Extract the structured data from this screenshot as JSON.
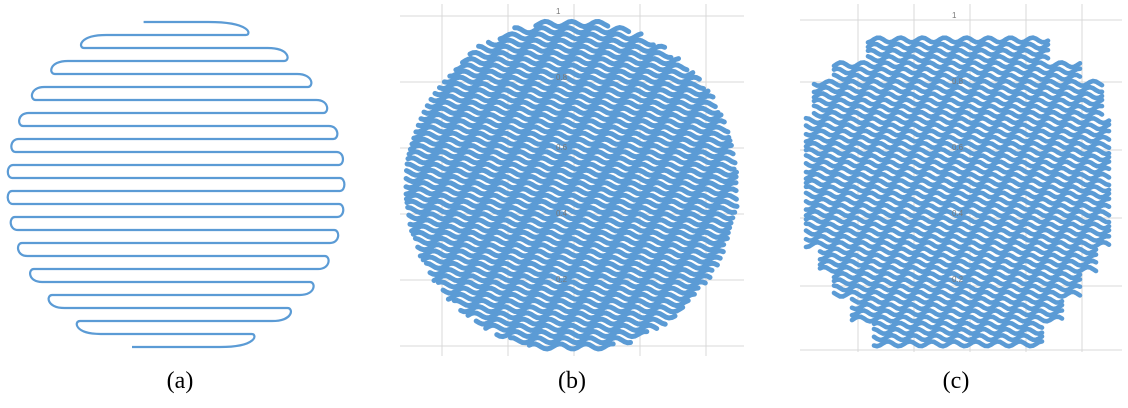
{
  "figure": {
    "stroke_color": "#5b9bd5",
    "grid_color": "#d9d9d9",
    "panels": [
      {
        "id": "a",
        "caption": "(a)",
        "pattern": "single-line raster scan in a circle",
        "grid": false
      },
      {
        "id": "b",
        "caption": "(b)",
        "pattern": "dense wavy scan in a circle",
        "grid": true,
        "axis_labels": [
          "1",
          "0.8",
          "0.6",
          "0.4",
          "0.2"
        ]
      },
      {
        "id": "c",
        "caption": "(c)",
        "pattern": "dense wavy scan in a stepped octagon",
        "grid": true,
        "axis_labels": [
          "1",
          "0.8",
          "0.6",
          "0.4",
          "0.2"
        ]
      }
    ]
  }
}
